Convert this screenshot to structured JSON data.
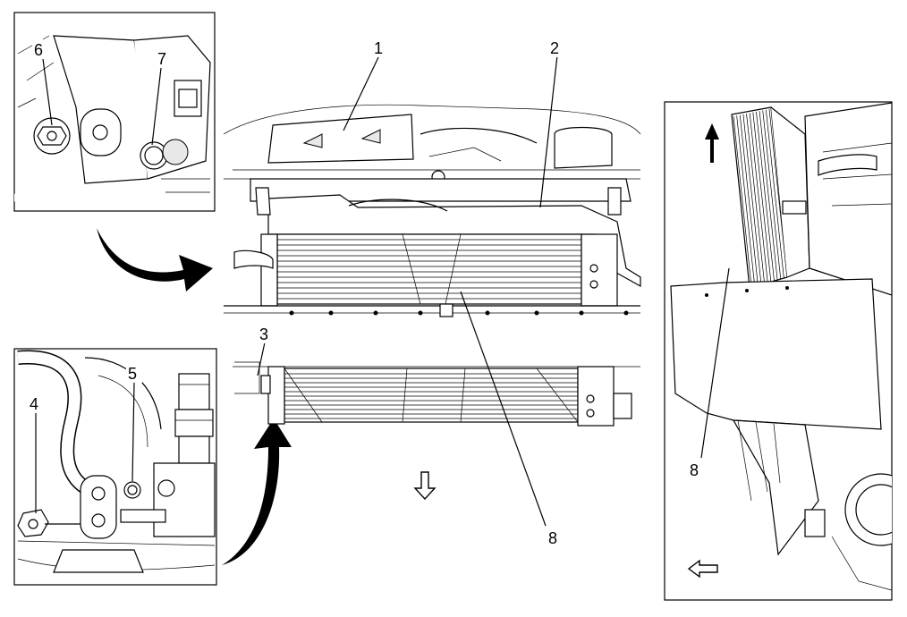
{
  "callouts": {
    "c1": "1",
    "c2": "2",
    "c3": "3",
    "c4": "4",
    "c5": "5",
    "c6": "6",
    "c7": "7",
    "c8_main": "8",
    "c8_side": "8"
  },
  "icons": {
    "flow_arrow": "curved-arrow-icon",
    "down_arrow": "arrow-down-icon",
    "up_arrow": "arrow-up-icon",
    "left_arrow": "arrow-left-icon"
  },
  "colors": {
    "line": "#000000",
    "background": "#ffffff"
  }
}
